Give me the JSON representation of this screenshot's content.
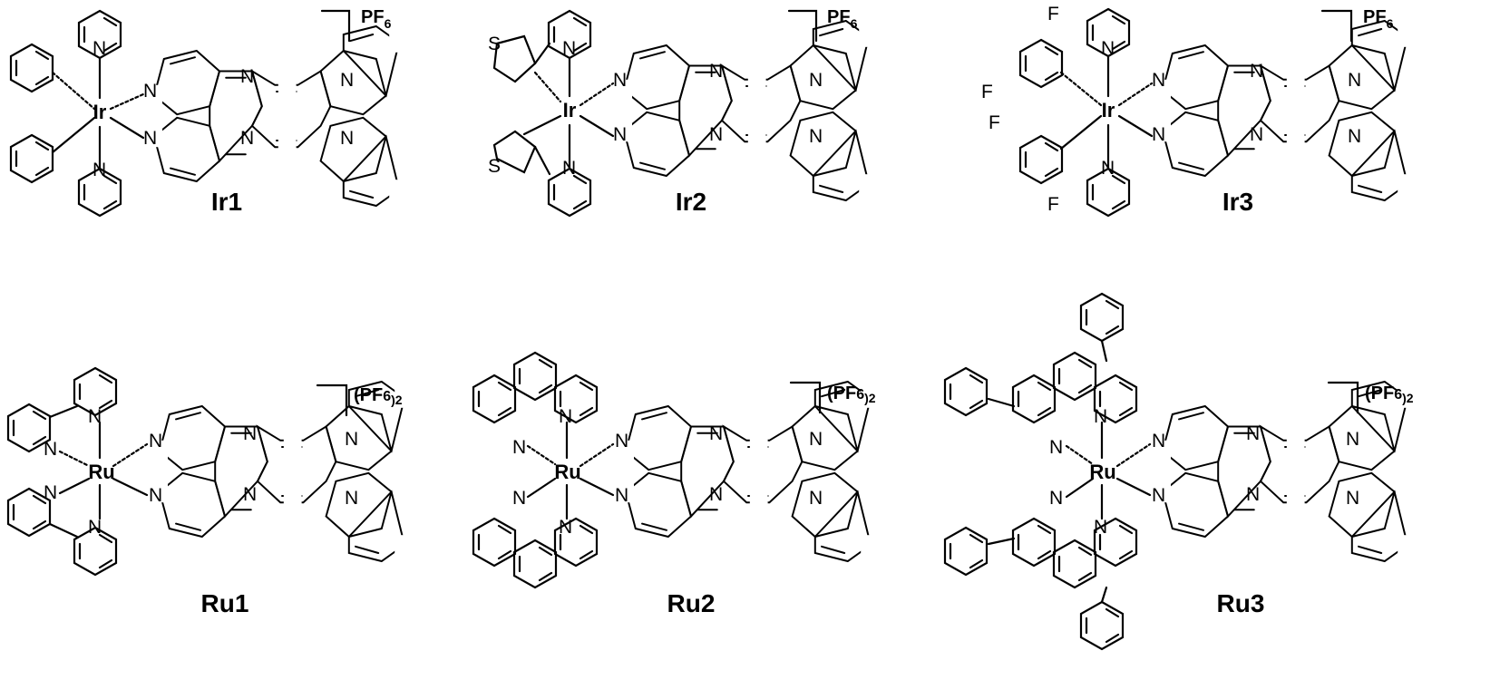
{
  "figure": {
    "complexes": [
      {
        "label": "Ir1",
        "metal": "Ir",
        "counterion": "PF",
        "counterion_sub": "6",
        "counterion_tail": ""
      },
      {
        "label": "Ir2",
        "metal": "Ir",
        "counterion": "PF",
        "counterion_sub": "6",
        "counterion_tail": ""
      },
      {
        "label": "Ir3",
        "metal": "Ir",
        "counterion": "PF",
        "counterion_sub": "6",
        "counterion_tail": ""
      },
      {
        "label": "Ru1",
        "metal": "Ru",
        "counterion": "(PF",
        "counterion_sub": "6",
        "counterion_tail": ")2"
      },
      {
        "label": "Ru2",
        "metal": "Ru",
        "counterion": "(PF",
        "counterion_sub": "6",
        "counterion_tail": ")2"
      },
      {
        "label": "Ru3",
        "metal": "Ru",
        "counterion": "(PF",
        "counterion_sub": "6",
        "counterion_tail": ")2"
      }
    ],
    "atoms": {
      "N": "N",
      "S": "S",
      "F": "F"
    }
  },
  "colors": {
    "ink": "#000000",
    "background": "#ffffff"
  }
}
